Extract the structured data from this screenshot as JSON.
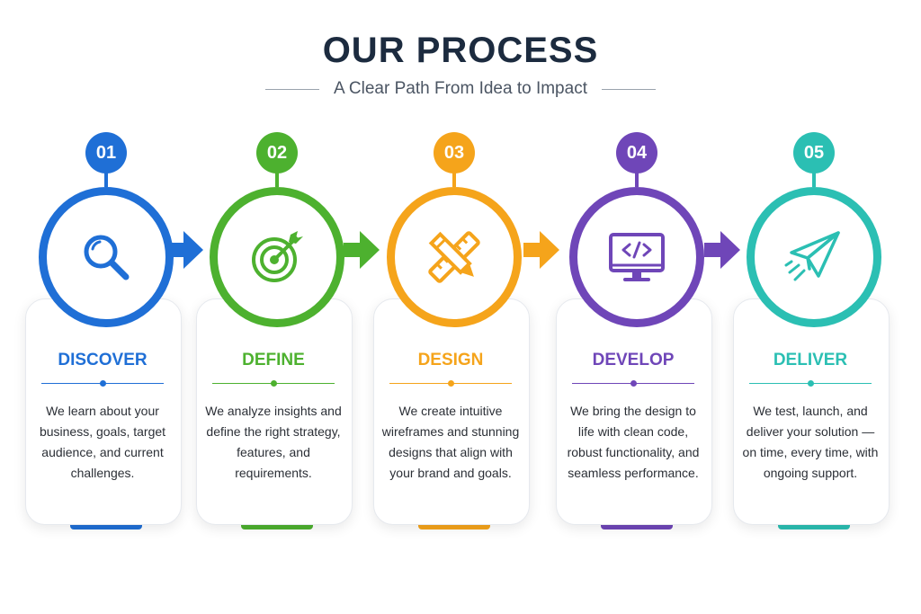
{
  "header": {
    "title": "OUR PROCESS",
    "subtitle": "A Clear Path From Idea to Impact"
  },
  "steps": [
    {
      "number": "01",
      "title": "DISCOVER",
      "color": "#1f6fd6",
      "icon": "search-icon",
      "description": "We learn about your business, goals, target audience, and current challenges."
    },
    {
      "number": "02",
      "title": "DEFINE",
      "color": "#4db12f",
      "icon": "target-icon",
      "description": "We analyze insights and define the right strategy, features, and requirements."
    },
    {
      "number": "03",
      "title": "DESIGN",
      "color": "#f5a41b",
      "icon": "pencil-ruler-icon",
      "description": "We create intuitive wireframes and stunning designs that align with your brand and goals."
    },
    {
      "number": "04",
      "title": "DEVELOP",
      "color": "#6f46b8",
      "icon": "code-monitor-icon",
      "description": "We bring the design to life with clean code, robust functionality, and seamless performance."
    },
    {
      "number": "05",
      "title": "DELIVER",
      "color": "#2bbfb3",
      "icon": "paper-plane-icon",
      "description": "We test, launch, and deliver your solution — on time, every time, with ongoing support."
    }
  ]
}
